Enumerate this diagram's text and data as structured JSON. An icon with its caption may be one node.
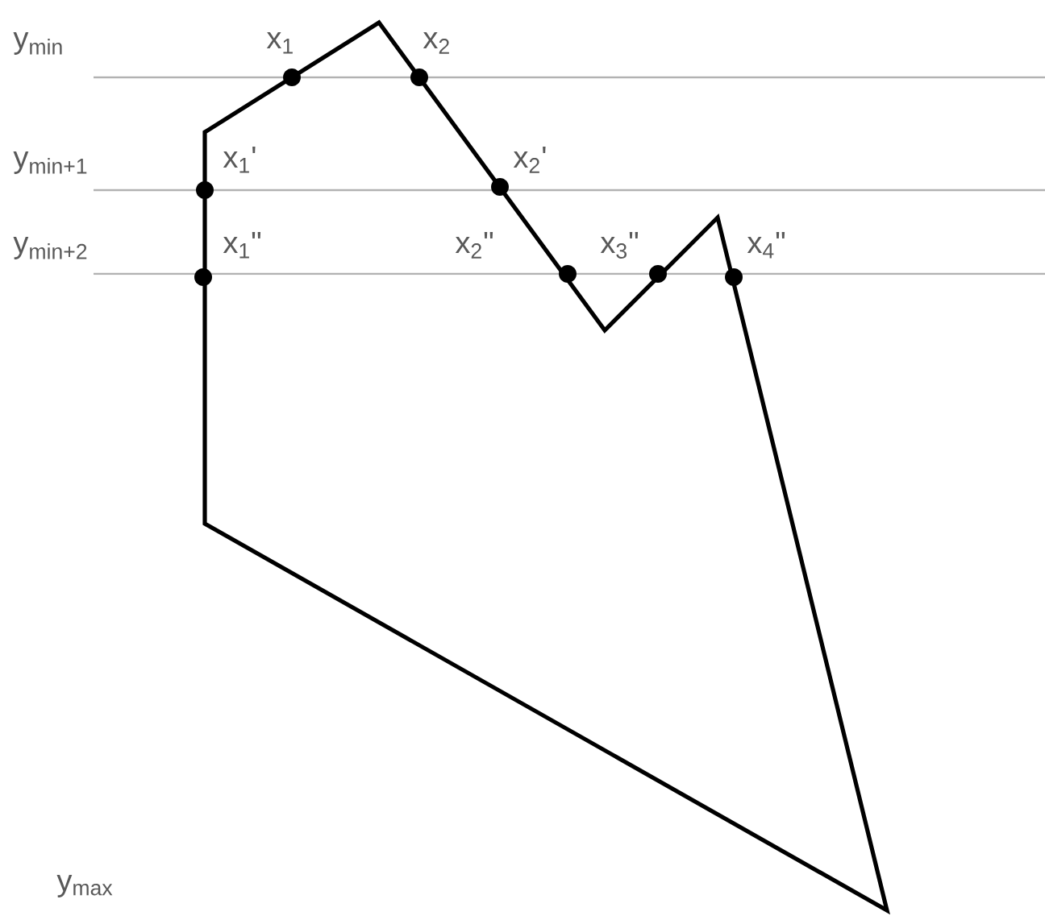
{
  "diagram": {
    "labels": [
      "y$_{min}$",
      "x$_{1}$",
      "x$_{2}$",
      "y$_{min+1}$",
      "x$_{1}$'",
      "x$_{2}$'",
      "y$_{min+2}$",
      "x$_{1}$\"",
      "x$_{2}$\"",
      "x$_{3}$\"",
      "x$_{4}$\"",
      "y$_{max}$"
    ]
  }
}
